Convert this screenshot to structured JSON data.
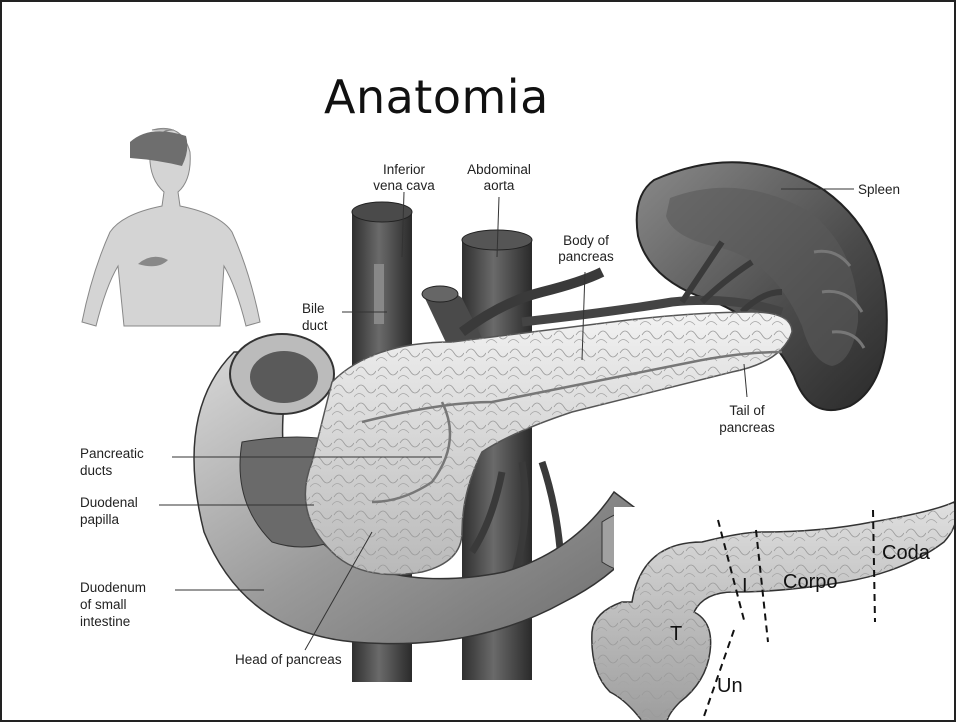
{
  "slide": {
    "title": "Anatomia"
  },
  "labels": {
    "inferior_vena_cava": [
      "Inferior",
      "vena cava"
    ],
    "abdominal_aorta": [
      "Abdominal",
      "aorta"
    ],
    "spleen": "Spleen",
    "body_of_pancreas": [
      "Body of",
      "pancreas"
    ],
    "bile_duct": [
      "Bile",
      "duct"
    ],
    "tail_of_pancreas": [
      "Tail of",
      "pancreas"
    ],
    "pancreatic_ducts": [
      "Pancreatic",
      "ducts"
    ],
    "duodenal_papilla": [
      "Duodenal",
      "papilla"
    ],
    "duodenum": [
      "Duodenum",
      "of small",
      "intestine"
    ],
    "head_of_pancreas": "Head of pancreas"
  },
  "inset_segments": {
    "head": "T",
    "isthmus": "I",
    "body": "Corpo",
    "tail": "Coda",
    "uncinate": "Un"
  }
}
